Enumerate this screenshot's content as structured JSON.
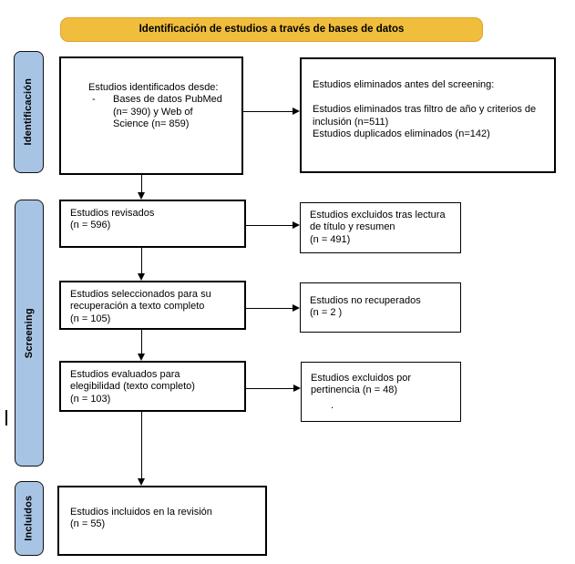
{
  "banner": {
    "label": "Identificación de estudios a través de bases de datos"
  },
  "stage_labels": {
    "identification": "Identificación",
    "screening": "Screening",
    "included": "Incluidos"
  },
  "boxes": {
    "identified": {
      "title": "Estudios identificados desde:",
      "bullet_marker": "-",
      "bullet_text": "Bases de datos PubMed (n= 390) y Web of Science (n= 859)"
    },
    "removed_before_screening": {
      "title": "Estudios eliminados antes del screening:",
      "item1": "Estudios eliminados tras filtro de año y criterios de inclusión (n=511)",
      "item2": "Estudios duplicados eliminados (n=142)"
    },
    "screened": {
      "text": "Estudios revisados",
      "count": "(n = 596)"
    },
    "excluded_title_abstract": {
      "text": "Estudios excluidos tras lectura de título y resumen",
      "count": "(n = 491)"
    },
    "sought_retrieval": {
      "text": "Estudios seleccionados para su recuperación a texto completo",
      "count": "(n = 105)"
    },
    "not_retrieved": {
      "text": "Estudios no recuperados",
      "count": "(n = 2 )"
    },
    "assessed_eligibility": {
      "text": "Estudios evaluados para elegibilidad (texto completo)",
      "count": "(n = 103)"
    },
    "excluded_pertinence": {
      "text": "Estudios excluidos por pertinencia (n = 48)",
      "dot": "."
    },
    "included": {
      "text": "Estudios incluidos en la revisión",
      "count": "(n = 55)"
    }
  },
  "colors": {
    "banner_fill": "#F0BE3C",
    "banner_border": "#E0A12E",
    "stage_fill": "#A8C4E5"
  }
}
